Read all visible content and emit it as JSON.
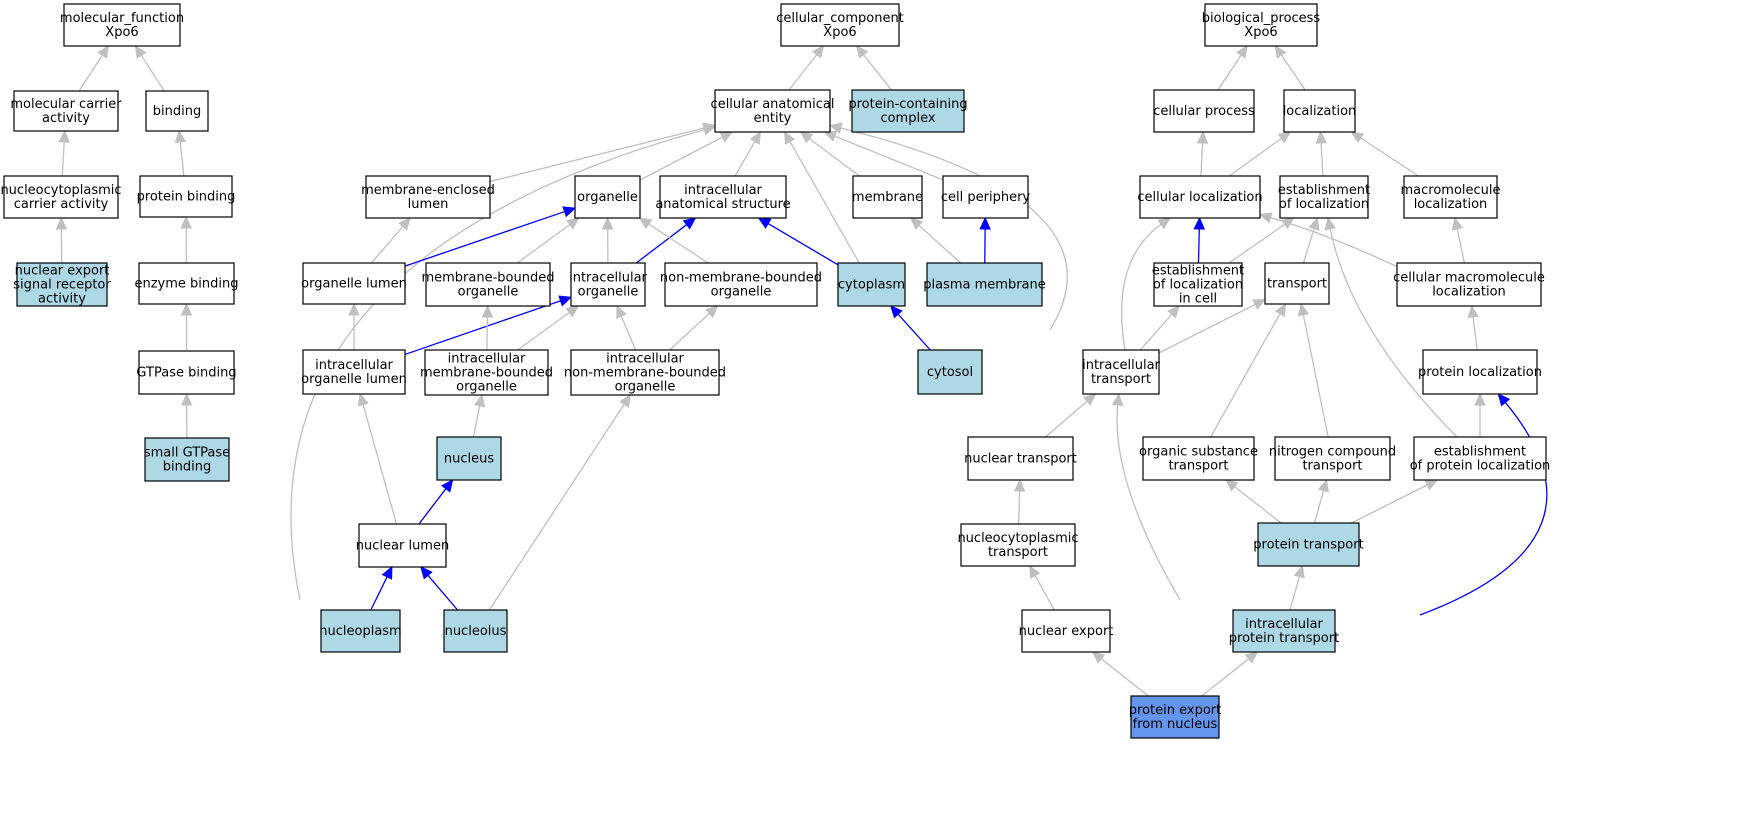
{
  "colors": {
    "plain_fill": "#ffffff",
    "annotated_fill": "#add8e6",
    "query_fill": "#6495ed",
    "gray_edge": "#c0c0c0",
    "blue_edge": "#0000ff"
  },
  "nodes": [
    {
      "id": "mf",
      "lines": [
        "molecular_function",
        "Xpo6"
      ],
      "style": "plain"
    },
    {
      "id": "mca",
      "lines": [
        "molecular carrier",
        "activity"
      ],
      "style": "plain"
    },
    {
      "id": "binding",
      "lines": [
        "binding"
      ],
      "style": "plain"
    },
    {
      "id": "ncca",
      "lines": [
        "nucleocytoplasmic",
        "carrier activity"
      ],
      "style": "plain"
    },
    {
      "id": "pb",
      "lines": [
        "protein binding"
      ],
      "style": "plain"
    },
    {
      "id": "nesra",
      "lines": [
        "nuclear export",
        "signal receptor",
        "activity"
      ],
      "style": "annotated"
    },
    {
      "id": "eb",
      "lines": [
        "enzyme binding"
      ],
      "style": "plain"
    },
    {
      "id": "gtpb",
      "lines": [
        "GTPase binding"
      ],
      "style": "plain"
    },
    {
      "id": "sgtpb",
      "lines": [
        "small GTPase",
        "binding"
      ],
      "style": "annotated"
    },
    {
      "id": "cc",
      "lines": [
        "cellular_component",
        "Xpo6"
      ],
      "style": "plain"
    },
    {
      "id": "cae",
      "lines": [
        "cellular anatomical",
        "entity"
      ],
      "style": "plain"
    },
    {
      "id": "pcc",
      "lines": [
        "protein-containing",
        "complex"
      ],
      "style": "annotated"
    },
    {
      "id": "mel",
      "lines": [
        "membrane-enclosed",
        "lumen"
      ],
      "style": "plain"
    },
    {
      "id": "org",
      "lines": [
        "organelle"
      ],
      "style": "plain"
    },
    {
      "id": "ias",
      "lines": [
        "intracellular",
        "anatomical structure"
      ],
      "style": "plain"
    },
    {
      "id": "mem",
      "lines": [
        "membrane"
      ],
      "style": "plain"
    },
    {
      "id": "cp",
      "lines": [
        "cell periphery"
      ],
      "style": "plain"
    },
    {
      "id": "ol",
      "lines": [
        "organelle lumen"
      ],
      "style": "plain"
    },
    {
      "id": "mbo",
      "lines": [
        "membrane-bounded",
        "organelle"
      ],
      "style": "plain"
    },
    {
      "id": "io",
      "lines": [
        "intracellular",
        "organelle"
      ],
      "style": "plain"
    },
    {
      "id": "nmbo",
      "lines": [
        "non-membrane-bounded",
        "organelle"
      ],
      "style": "plain"
    },
    {
      "id": "cyto",
      "lines": [
        "cytoplasm"
      ],
      "style": "annotated"
    },
    {
      "id": "pm",
      "lines": [
        "plasma membrane"
      ],
      "style": "annotated"
    },
    {
      "id": "iol",
      "lines": [
        "intracellular",
        "organelle lumen"
      ],
      "style": "plain"
    },
    {
      "id": "imbo",
      "lines": [
        "intracellular",
        "membrane-bounded",
        "organelle"
      ],
      "style": "plain"
    },
    {
      "id": "inmbo",
      "lines": [
        "intracellular",
        "non-membrane-bounded",
        "organelle"
      ],
      "style": "plain"
    },
    {
      "id": "cytosol",
      "lines": [
        "cytosol"
      ],
      "style": "annotated"
    },
    {
      "id": "nucleus",
      "lines": [
        "nucleus"
      ],
      "style": "annotated"
    },
    {
      "id": "nl",
      "lines": [
        "nuclear lumen"
      ],
      "style": "plain"
    },
    {
      "id": "np",
      "lines": [
        "nucleoplasm"
      ],
      "style": "annotated"
    },
    {
      "id": "nuo",
      "lines": [
        "nucleolus"
      ],
      "style": "annotated"
    },
    {
      "id": "bp",
      "lines": [
        "biological_process",
        "Xpo6"
      ],
      "style": "plain"
    },
    {
      "id": "cellp",
      "lines": [
        "cellular process"
      ],
      "style": "plain"
    },
    {
      "id": "loc",
      "lines": [
        "localization"
      ],
      "style": "plain"
    },
    {
      "id": "cl",
      "lines": [
        "cellular localization"
      ],
      "style": "plain"
    },
    {
      "id": "eol",
      "lines": [
        "establishment",
        "of localization"
      ],
      "style": "plain"
    },
    {
      "id": "ml",
      "lines": [
        "macromolecule",
        "localization"
      ],
      "style": "plain"
    },
    {
      "id": "eolc",
      "lines": [
        "establishment",
        "of localization",
        "in cell"
      ],
      "style": "plain"
    },
    {
      "id": "tr",
      "lines": [
        "transport"
      ],
      "style": "plain"
    },
    {
      "id": "cml",
      "lines": [
        "cellular macromolecule",
        "localization"
      ],
      "style": "plain"
    },
    {
      "id": "it",
      "lines": [
        "intracellular",
        "transport"
      ],
      "style": "plain"
    },
    {
      "id": "pl",
      "lines": [
        "protein localization"
      ],
      "style": "plain"
    },
    {
      "id": "nt",
      "lines": [
        "nuclear transport"
      ],
      "style": "plain"
    },
    {
      "id": "ost",
      "lines": [
        "organic substance",
        "transport"
      ],
      "style": "plain"
    },
    {
      "id": "nct",
      "lines": [
        "nitrogen compound",
        "transport"
      ],
      "style": "plain"
    },
    {
      "id": "epl",
      "lines": [
        "establishment",
        "of protein localization"
      ],
      "style": "plain"
    },
    {
      "id": "ncyt",
      "lines": [
        "nucleocytoplasmic",
        "transport"
      ],
      "style": "plain"
    },
    {
      "id": "pt",
      "lines": [
        "protein transport"
      ],
      "style": "annotated"
    },
    {
      "id": "ne",
      "lines": [
        "nuclear export"
      ],
      "style": "plain"
    },
    {
      "id": "ipt",
      "lines": [
        "intracellular",
        "protein transport"
      ],
      "style": "annotated"
    },
    {
      "id": "pefn",
      "lines": [
        "protein export",
        "from nucleus"
      ],
      "style": "query"
    }
  ],
  "edges": [
    {
      "from": "mca",
      "to": "mf",
      "kind": "is_a"
    },
    {
      "from": "binding",
      "to": "mf",
      "kind": "is_a"
    },
    {
      "from": "ncca",
      "to": "mca",
      "kind": "is_a"
    },
    {
      "from": "pb",
      "to": "binding",
      "kind": "is_a"
    },
    {
      "from": "nesra",
      "to": "ncca",
      "kind": "is_a"
    },
    {
      "from": "eb",
      "to": "pb",
      "kind": "is_a"
    },
    {
      "from": "gtpb",
      "to": "eb",
      "kind": "is_a"
    },
    {
      "from": "sgtpb",
      "to": "gtpb",
      "kind": "is_a"
    },
    {
      "from": "cae",
      "to": "cc",
      "kind": "is_a"
    },
    {
      "from": "pcc",
      "to": "cc",
      "kind": "is_a"
    },
    {
      "from": "mel",
      "to": "cae",
      "kind": "is_a"
    },
    {
      "from": "org",
      "to": "cae",
      "kind": "is_a"
    },
    {
      "from": "ias",
      "to": "cae",
      "kind": "is_a"
    },
    {
      "from": "mem",
      "to": "cae",
      "kind": "is_a"
    },
    {
      "from": "cp",
      "to": "cae",
      "kind": "is_a"
    },
    {
      "from": "cyto",
      "to": "cae",
      "kind": "is_a"
    },
    {
      "from": "np",
      "to": "cae",
      "kind": "is_a"
    },
    {
      "from": "cytosol",
      "to": "cae",
      "kind": "is_a"
    },
    {
      "from": "ol",
      "to": "mel",
      "kind": "is_a"
    },
    {
      "from": "ol",
      "to": "org",
      "kind": "part_of"
    },
    {
      "from": "mbo",
      "to": "org",
      "kind": "is_a"
    },
    {
      "from": "io",
      "to": "org",
      "kind": "is_a"
    },
    {
      "from": "io",
      "to": "ias",
      "kind": "part_of"
    },
    {
      "from": "nmbo",
      "to": "org",
      "kind": "is_a"
    },
    {
      "from": "cyto",
      "to": "ias",
      "kind": "part_of"
    },
    {
      "from": "pm",
      "to": "mem",
      "kind": "is_a"
    },
    {
      "from": "pm",
      "to": "cp",
      "kind": "part_of"
    },
    {
      "from": "iol",
      "to": "ol",
      "kind": "is_a"
    },
    {
      "from": "iol",
      "to": "io",
      "kind": "part_of"
    },
    {
      "from": "imbo",
      "to": "mbo",
      "kind": "is_a"
    },
    {
      "from": "imbo",
      "to": "io",
      "kind": "is_a"
    },
    {
      "from": "inmbo",
      "to": "io",
      "kind": "is_a"
    },
    {
      "from": "inmbo",
      "to": "nmbo",
      "kind": "is_a"
    },
    {
      "from": "cytosol",
      "to": "cyto",
      "kind": "part_of"
    },
    {
      "from": "nucleus",
      "to": "imbo",
      "kind": "is_a"
    },
    {
      "from": "nl",
      "to": "iol",
      "kind": "is_a"
    },
    {
      "from": "nl",
      "to": "nucleus",
      "kind": "part_of"
    },
    {
      "from": "np",
      "to": "nl",
      "kind": "part_of"
    },
    {
      "from": "nuo",
      "to": "nl",
      "kind": "part_of"
    },
    {
      "from": "nuo",
      "to": "inmbo",
      "kind": "is_a"
    },
    {
      "from": "cellp",
      "to": "bp",
      "kind": "is_a"
    },
    {
      "from": "loc",
      "to": "bp",
      "kind": "is_a"
    },
    {
      "from": "cl",
      "to": "cellp",
      "kind": "is_a"
    },
    {
      "from": "cl",
      "to": "loc",
      "kind": "is_a"
    },
    {
      "from": "eol",
      "to": "loc",
      "kind": "is_a"
    },
    {
      "from": "ml",
      "to": "loc",
      "kind": "is_a"
    },
    {
      "from": "eolc",
      "to": "cl",
      "kind": "part_of"
    },
    {
      "from": "eolc",
      "to": "eol",
      "kind": "is_a"
    },
    {
      "from": "tr",
      "to": "eol",
      "kind": "is_a"
    },
    {
      "from": "cml",
      "to": "ml",
      "kind": "is_a"
    },
    {
      "from": "cml",
      "to": "cl",
      "kind": "is_a"
    },
    {
      "from": "it",
      "to": "cl",
      "kind": "is_a"
    },
    {
      "from": "it",
      "to": "eolc",
      "kind": "is_a"
    },
    {
      "from": "it",
      "to": "tr",
      "kind": "is_a"
    },
    {
      "from": "pl",
      "to": "cml",
      "kind": "is_a"
    },
    {
      "from": "nt",
      "to": "it",
      "kind": "is_a"
    },
    {
      "from": "ost",
      "to": "tr",
      "kind": "is_a"
    },
    {
      "from": "nct",
      "to": "tr",
      "kind": "is_a"
    },
    {
      "from": "epl",
      "to": "eol",
      "kind": "is_a"
    },
    {
      "from": "epl",
      "to": "pl",
      "kind": "is_a"
    },
    {
      "from": "ncyt",
      "to": "nt",
      "kind": "is_a"
    },
    {
      "from": "pt",
      "to": "ost",
      "kind": "is_a"
    },
    {
      "from": "pt",
      "to": "nct",
      "kind": "is_a"
    },
    {
      "from": "pt",
      "to": "epl",
      "kind": "is_a"
    },
    {
      "from": "ne",
      "to": "ncyt",
      "kind": "is_a"
    },
    {
      "from": "ipt",
      "to": "pt",
      "kind": "is_a"
    },
    {
      "from": "ipt",
      "to": "it",
      "kind": "is_a"
    },
    {
      "from": "ipt",
      "to": "pl",
      "kind": "part_of"
    },
    {
      "from": "pefn",
      "to": "ne",
      "kind": "is_a"
    },
    {
      "from": "pefn",
      "to": "ipt",
      "kind": "is_a"
    }
  ]
}
